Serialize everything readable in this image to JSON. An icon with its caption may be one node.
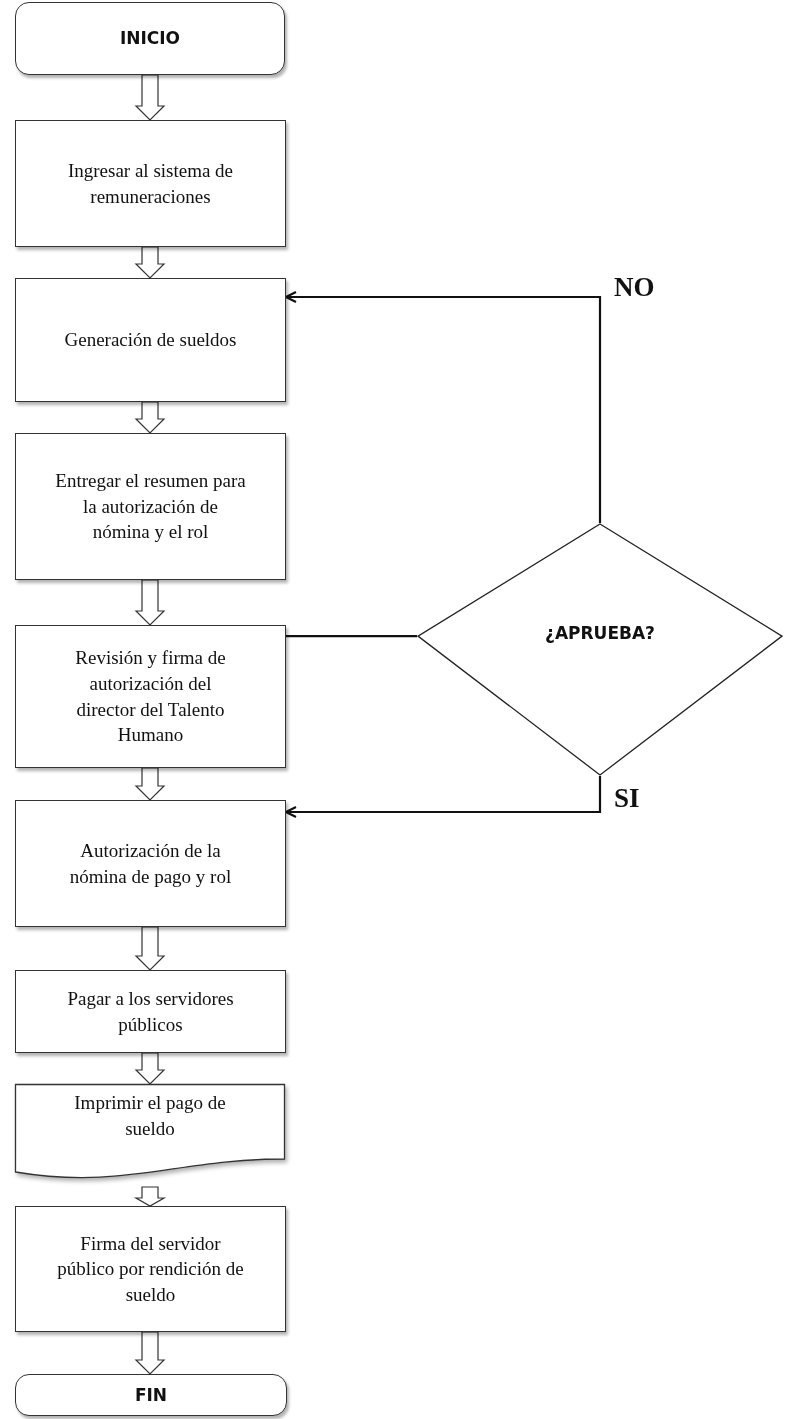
{
  "diagram": {
    "nodes": [
      {
        "text": [
          "INICIO"
        ]
      },
      {
        "text": [
          "Ingresar al sistema de remuneraciones"
        ]
      },
      {
        "text": [
          "Generación de sueldos"
        ]
      },
      {
        "text": [
          "Entregar el resumen para la autorización de nómina y el rol"
        ]
      },
      {
        "text": [
          "Revisión y firma de autorización  del director del Talento Humano"
        ]
      },
      {
        "text": [
          "Autorización de la nómina de pago y rol"
        ]
      },
      {
        "text": [
          "Pagar a los servidores públicos"
        ]
      },
      {
        "text": [
          "Imprimir el pago de sueldo"
        ]
      },
      {
        "text": [
          "Firma del servidor público por rendición de sueldo"
        ]
      },
      {
        "text": [
          "FIN"
        ]
      },
      {
        "text": [
          "¿APRUEBA?"
        ]
      }
    ],
    "edges": [
      {
        "from": 0,
        "to": 1,
        "arrow": "to"
      },
      {
        "from": 1,
        "to": 2,
        "arrow": "to"
      },
      {
        "from": 2,
        "to": 3,
        "arrow": "to"
      },
      {
        "from": 3,
        "to": 4,
        "arrow": "to"
      },
      {
        "from": 4,
        "to": 5,
        "arrow": "to"
      },
      {
        "from": 5,
        "to": 6,
        "arrow": "to"
      },
      {
        "from": 6,
        "to": 7,
        "arrow": "to"
      },
      {
        "from": 7,
        "to": 8,
        "arrow": "to"
      },
      {
        "from": 8,
        "to": 9,
        "arrow": "to"
      },
      {
        "from": 4,
        "to": 10,
        "arrow": "none"
      },
      {
        "from": 10,
        "to": 2,
        "arrow": "to",
        "label": "NO"
      },
      {
        "from": 10,
        "to": 5,
        "arrow": "to",
        "label": "SI"
      }
    ]
  }
}
